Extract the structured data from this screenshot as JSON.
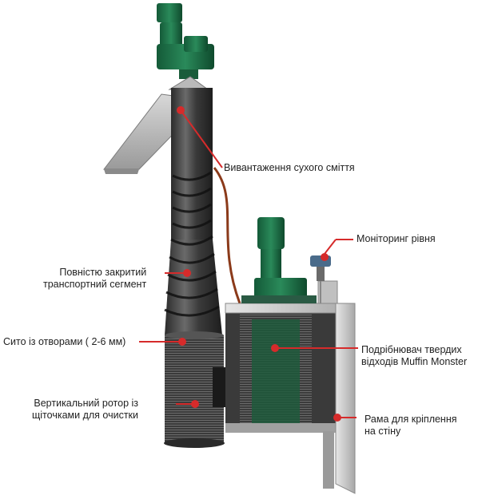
{
  "callouts": {
    "dry_discharge": {
      "text": "Вивантаження сухого сміття"
    },
    "level_monitoring": {
      "text": "Моніторинг рівня"
    },
    "enclosed_transport": {
      "line1": "Повністю закритий",
      "line2": "транспортний сегмент"
    },
    "screen": {
      "text": "Сито із отворами ( 2-6 мм)"
    },
    "grinder": {
      "line1": "Подрібнювач твердих",
      "line2": "відходів Muffin Monster"
    },
    "brush_rotor": {
      "line1": "Вертикальний ротор із",
      "line2": "щіточками для очистки"
    },
    "wall_frame": {
      "line1": "Рама для кріплення",
      "line2": "на стіну"
    }
  },
  "colors": {
    "callout_red": "#d62b2b",
    "motor_green": "#1f6b47",
    "steel_dark": "#3a3a3a",
    "steel_light": "#c9c9c9"
  }
}
